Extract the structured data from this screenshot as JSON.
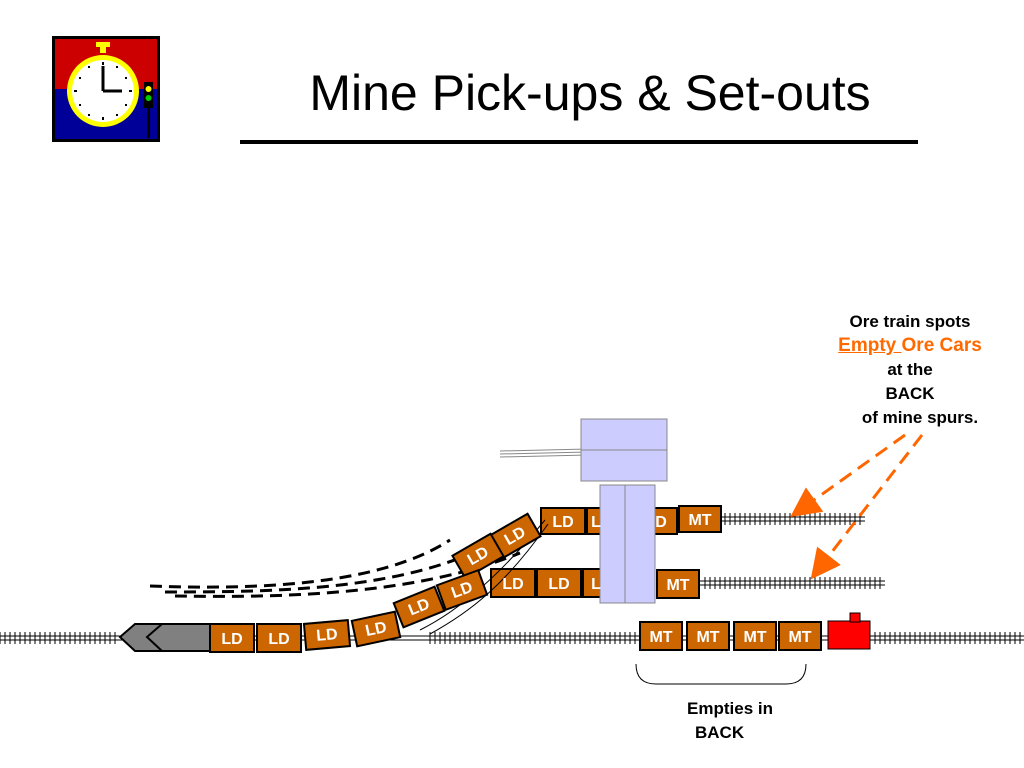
{
  "title": "Mine Pick-ups & Set-outs",
  "colors": {
    "car_fill": "#cc6600",
    "car_border": "#000000",
    "car_text": "#ffffff",
    "loco": "#808080",
    "caboose": "#ff0000",
    "mine_building": "#ccccff",
    "arrow": "#ff6600",
    "highlight_text": "#ff6a00",
    "logo_top": "#cc0000",
    "logo_bottom": "#000099",
    "clock_rim": "#ffff00"
  },
  "icons": [
    "stopwatch-icon",
    "signal-icon"
  ],
  "car_labels": {
    "loaded": "LD",
    "empty": "MT",
    "partial_loaded": "D"
  },
  "annotation_spots": {
    "line1": "Ore train spots",
    "line2_underlined": "Empty ",
    "line2_rest": "Ore Cars",
    "line3": "at the",
    "line4": "BACK",
    "line5": "of mine spurs."
  },
  "annotation_empties": {
    "line1": "Empties in",
    "line2": "BACK"
  }
}
